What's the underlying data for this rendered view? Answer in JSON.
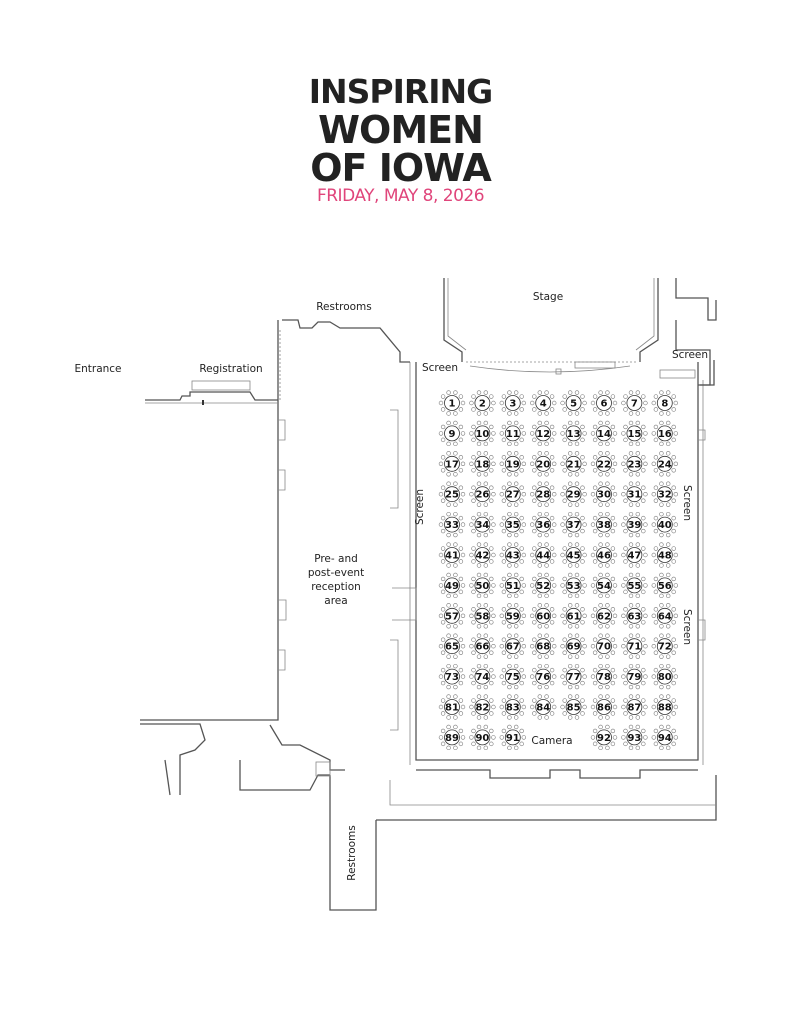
{
  "header": {
    "title_line1": "INSPIRING",
    "title_line2": "WOMEN",
    "title_line3": "OF IOWA",
    "date": "FRIDAY, MAY 8, 2026",
    "accent_color": "#e0457b"
  },
  "labels": {
    "stage": "Stage",
    "restrooms_top": "Restrooms",
    "entrance": "Entrance",
    "registration": "Registration",
    "screen_top_left": "Screen",
    "screen_top_right": "Screen",
    "screen_left": "Screen",
    "screen_right_1": "Screen",
    "screen_right_2": "Screen",
    "reception_line1": "Pre- and",
    "reception_line2": "post-event",
    "reception_line3": "reception",
    "reception_line4": "area",
    "camera": "Camera",
    "restrooms_bottom": "Restrooms"
  },
  "tables": {
    "rows": [
      [
        "1",
        "2",
        "3",
        "4",
        "5",
        "6",
        "7",
        "8"
      ],
      [
        "9",
        "10",
        "11",
        "12",
        "13",
        "14",
        "15",
        "16"
      ],
      [
        "17",
        "18",
        "19",
        "20",
        "21",
        "22",
        "23",
        "24"
      ],
      [
        "25",
        "26",
        "27",
        "28",
        "29",
        "30",
        "31",
        "32"
      ],
      [
        "33",
        "34",
        "35",
        "36",
        "37",
        "38",
        "39",
        "40"
      ],
      [
        "41",
        "42",
        "43",
        "44",
        "45",
        "46",
        "47",
        "48"
      ],
      [
        "49",
        "50",
        "51",
        "52",
        "53",
        "54",
        "55",
        "56"
      ],
      [
        "57",
        "58",
        "59",
        "60",
        "61",
        "62",
        "63",
        "64"
      ],
      [
        "65",
        "66",
        "67",
        "68",
        "69",
        "70",
        "71",
        "72"
      ],
      [
        "73",
        "74",
        "75",
        "76",
        "77",
        "78",
        "79",
        "80"
      ],
      [
        "81",
        "82",
        "83",
        "84",
        "85",
        "86",
        "87",
        "88"
      ],
      [
        "89",
        "90",
        "91",
        "",
        "",
        "92",
        "93",
        "94"
      ]
    ]
  }
}
